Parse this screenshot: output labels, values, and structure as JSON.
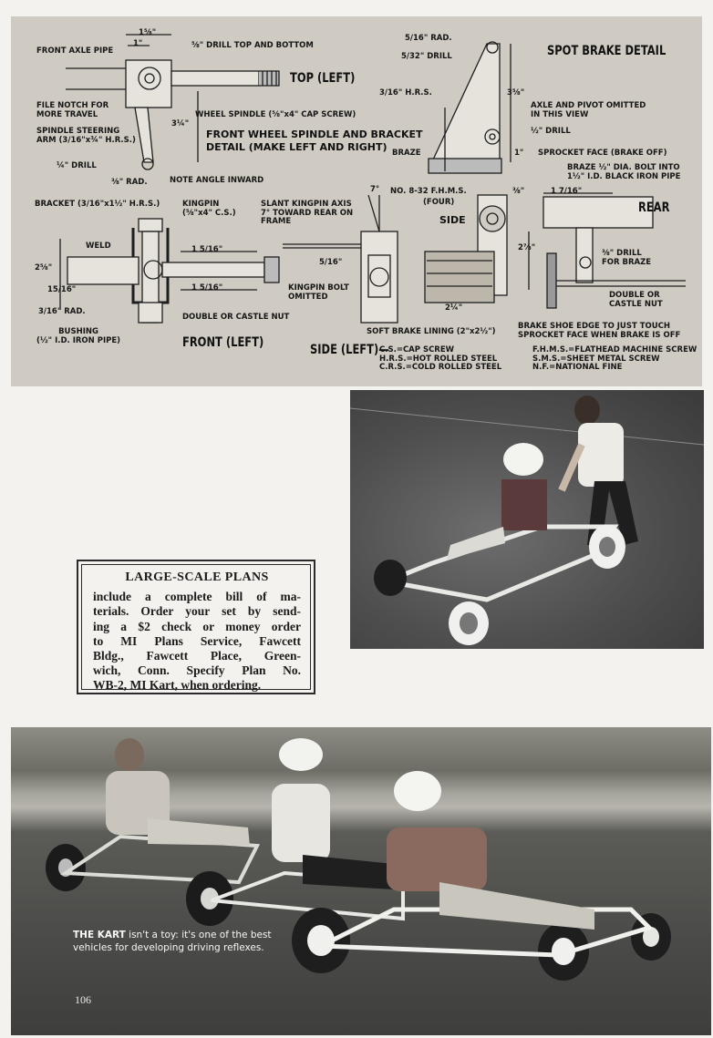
{
  "drawing": {
    "labels": {
      "front_axle_pipe": "FRONT AXLE PIPE",
      "dim_1_5_8": "1⅝\"",
      "dim_1": "1\"",
      "drill_top_bottom": "⅝\" DRILL TOP AND BOTTOM",
      "top_left": "TOP (LEFT)",
      "file_notch": "FILE NOTCH FOR\nMORE TRAVEL",
      "wheel_spindle": "WHEEL SPINDLE (⅝\"x4\" CAP SCREW)",
      "spindle_steering_arm": "SPINDLE STEERING\nARM (3/16\"x¾\" H.R.S.)",
      "dim_3_1_4": "3¼\"",
      "front_wheel_title": "FRONT WHEEL SPINDLE AND BRACKET\nDETAIL (MAKE LEFT AND RIGHT)",
      "drill_quarter": "¼\" DRILL",
      "rad_3_8": "⅜\" RAD.",
      "note_angle": "NOTE ANGLE INWARD",
      "rad_5_16": "5/16\" RAD.",
      "drill_5_32": "5/32\" DRILL",
      "spot_brake_detail": "SPOT BRAKE DETAIL",
      "hrs_3_16": "3/16\" H.R.S.",
      "dim_3_5_8": "3⅝\"",
      "axle_pivot_omitted": "AXLE AND PIVOT OMITTED\nIN THIS VIEW",
      "drill_half": "½\" DRILL",
      "braze": "BRAZE",
      "dim_1in": "1\"",
      "sprocket_face": "SPROCKET FACE (BRAKE OFF)",
      "braze_bolt": "BRAZE ½\" DIA. BOLT INTO\n1½\" I.D. BLACK IRON PIPE",
      "fhms_no8": "NO. 8-32  F.H.M.S.",
      "four": "(FOUR)",
      "dim_3_8": "⅜\"",
      "dim_1_7_16": "1 7/16\"",
      "rear": "REAR",
      "bracket": "BRACKET (3/16\"x1½\" H.R.S.)",
      "kingpin": "KINGPIN\n(⅝\"x4\" C.S.)",
      "slant_kingpin": "SLANT KINGPIN AXIS\n7° TOWARD REAR ON\nFRAME",
      "deg_7": "7°",
      "side": "SIDE",
      "weld": "WELD",
      "dim_1_5_16_a": "1 5/16\"",
      "dim_2_5_8": "2⅝\"",
      "dim_5_16": "5/16\"",
      "dim_15_16": "15/16\"",
      "dim_1_5_16_b": "1 5/16\"",
      "kingpin_bolt_omitted": "KINGPIN BOLT\nOMITTED",
      "dim_2_1_4": "2¼\"",
      "dim_2_7_8": "2⅞\"",
      "drill_3_8_braze": "⅜\" DRILL\nFOR BRAZE",
      "double_castle": "DOUBLE OR\nCASTLE NUT",
      "rad_3_16": "3/16\" RAD.",
      "double_castle_nut": "DOUBLE OR CASTLE NUT",
      "bushing": "BUSHING\n(½\" I.D. IRON PIPE)",
      "front_left": "FRONT (LEFT)",
      "soft_brake_lining": "SOFT BRAKE LINING (2\"x2½\")",
      "brake_shoe_edge": "BRAKE SHOE EDGE TO JUST TOUCH\nSPROCKET FACE WHEN BRAKE IS OFF",
      "side_left": "SIDE (LEFT)—",
      "legend_left": "C.S.=CAP SCREW\nH.R.S.=HOT ROLLED STEEL\nC.R.S.=COLD ROLLED STEEL",
      "legend_right": "F.H.M.S.=FLATHEAD MACHINE SCREW\nS.M.S.=SHEET METAL SCREW\nN.F.=NATIONAL FINE"
    }
  },
  "plans_box": {
    "title": "LARGE-SCALE PLANS",
    "lines": [
      "include a complete bill of ma-",
      "terials. Order your set by send-",
      "ing a $2 check or money order",
      "to MI Plans Service, Fawcett",
      "Bldg., Fawcett Place, Green-",
      "wich, Conn. Specify Plan No.",
      "WB-2, MI Kart, when ordering."
    ]
  },
  "caption": {
    "lead": "THE KART",
    "text": " isn't a toy: it's one of the best vehicles for developing driving reflexes."
  },
  "page_number": "106"
}
